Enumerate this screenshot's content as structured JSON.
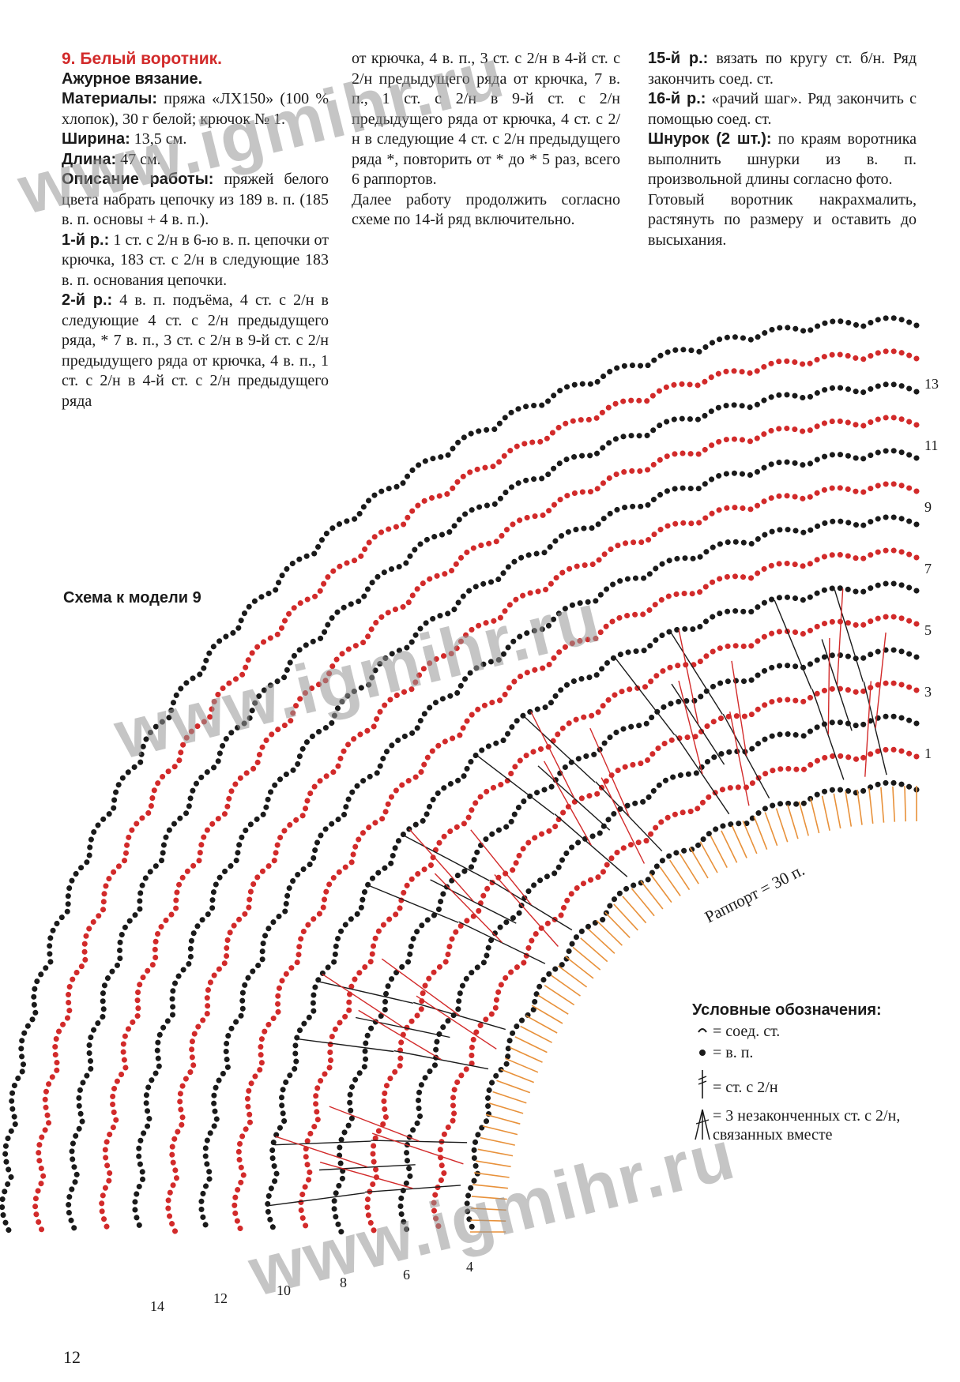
{
  "col1": {
    "title": "9. Белый воротник.",
    "subtitle": "Ажурное вязание.",
    "materials_label": "Материалы:",
    "materials_text": " пряжа «ЛХ150» (100 % хлопок), 30 г белой; крючок № 1.",
    "width_label": "Ширина:",
    "width_text": " 13,5 см.",
    "length_label": "Длина:",
    "length_text": " 47 см.",
    "desc_label": "Описание работы:",
    "desc_text": " пряжей белого цвета набрать цепочку из 189 в. п. (185 в. п. основы + 4 в. п.).",
    "row1_label": "1-й р.:",
    "row1_text": " 1 ст. с 2/н в 6-ю в. п. цепочки от крючка, 183 ст. с 2/н в следующие 183 в. п. основания цепочки.",
    "row2_label": "2-й р.:",
    "row2_text": " 4 в. п. подъёма, 4 ст. с 2/н в следующие 4 ст. с 2/н предыдущего ряда, * 7 в. п., 3 ст. с 2/н в 9-й ст. с 2/н предыдущего ряда от крючка, 4 в. п., 1 ст. с 2/н в 4-й ст. с 2/н предыдущего ряда"
  },
  "col2": {
    "text1": "от крючка, 4 в. п., 3 ст. с 2/н в 4-й ст. с 2/н предыдущего ряда от крючка, 7 в. п., 1 ст. с 2/н в 9-й ст. с 2/н предыдущего ряда от крючка, 4 ст. с 2/н в следующие 4 ст. с 2/н предыдущего ряда *, повторить от * до * 5 раз, всего 6 раппортов.",
    "text2": "Далее работу продолжить согласно схеме по 14-й ряд включительно."
  },
  "col3": {
    "row15_label": "15-й р.:",
    "row15_text": " вязать по кругу ст. б/н. Ряд закончить соед. ст.",
    "row16_label": "16-й р.:",
    "row16_text": " «рачий шаг». Ряд закончить с помощью соед. ст.",
    "cord_label": "Шнурок (2 шт.):",
    "cord_text": " по краям воротника выполнить шнурки из в. п. произвольной длины согласно фото.",
    "final_text": "Готовый воротник накрахмалить, растянуть по размеру и оставить до высыхания."
  },
  "schema_title": "Схема к модели 9",
  "rapport_label": "Раппорт = 30 п.",
  "row_numbers_right": [
    "1",
    "3",
    "5",
    "7",
    "9",
    "11",
    "13"
  ],
  "row_numbers_bottom": [
    "4",
    "6",
    "8",
    "10",
    "12",
    "14"
  ],
  "legend": {
    "title": "Условные обозначения:",
    "items": [
      {
        "symbol": "slip-stitch-icon",
        "text": "= соед. ст."
      },
      {
        "symbol": "chain-stitch-icon",
        "text": "= в. п."
      },
      {
        "symbol": "double-crochet-icon",
        "text": "= ст. с 2/н"
      },
      {
        "symbol": "cluster-3dc-icon",
        "text": "= 3 незаконченных ст. с 2/н, связанных вместе"
      }
    ]
  },
  "watermark": "www.igmihr.ru",
  "page_number": "12",
  "colors": {
    "red": "#d22a2a",
    "black": "#1a1a1a",
    "orange": "#e8913a"
  }
}
